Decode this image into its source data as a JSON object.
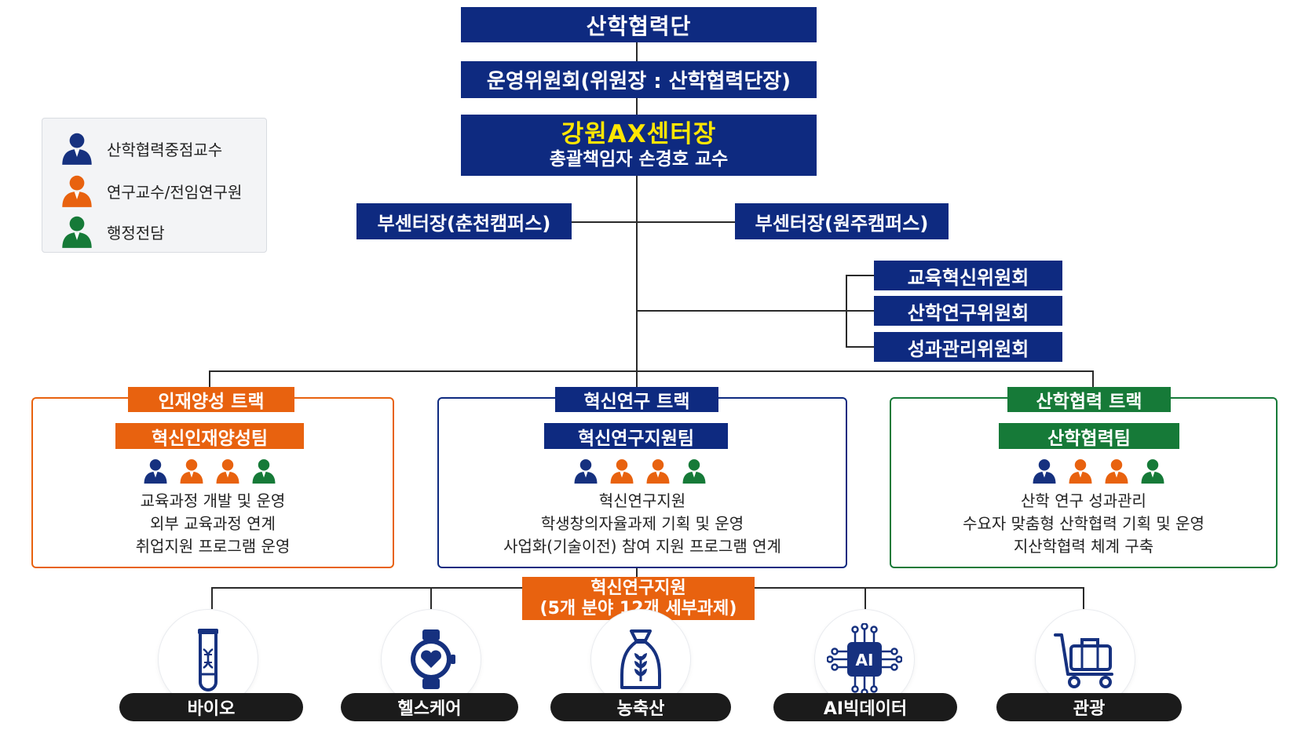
{
  "colors": {
    "navy": "#0e2a80",
    "orange": "#e8620f",
    "green": "#167a38",
    "yellow": "#ffe600",
    "person_navy": "#16317f",
    "person_orange": "#e8620f",
    "person_green": "#167a38"
  },
  "top": {
    "org": "산학협력단",
    "committee": "운영위원회(위원장 : 산학협력단장)",
    "director_title": "강원AX센터장",
    "director_name": "총괄책임자 손경호 교수"
  },
  "vice": {
    "left": "부센터장(춘천캠퍼스)",
    "right": "부센터장(원주캠퍼스)"
  },
  "committees": [
    "교육혁신위원회",
    "산학연구위원회",
    "성과관리위원회"
  ],
  "legend": {
    "items": [
      {
        "label": "산학협력중점교수",
        "icon": "person-navy-icon"
      },
      {
        "label": "연구교수/전임연구원",
        "icon": "person-orange-icon"
      },
      {
        "label": "행정전담",
        "icon": "person-green-icon"
      }
    ]
  },
  "tracks": [
    {
      "label": "인재양성 트랙",
      "team": "혁신인재양성팀",
      "color": "orange",
      "people": [
        "navy",
        "orange",
        "orange",
        "green"
      ],
      "tasks": [
        "교육과정 개발 및 운영",
        "외부 교육과정 연계",
        "취업지원 프로그램 운영"
      ]
    },
    {
      "label": "혁신연구 트랙",
      "team": "혁신연구지원팀",
      "color": "navy",
      "people": [
        "navy",
        "orange",
        "orange",
        "green"
      ],
      "tasks": [
        "혁신연구지원",
        "학생창의자율과제 기획 및 운영",
        "사업화(기술이전) 참여 지원 프로그램 연계"
      ]
    },
    {
      "label": "산학협력 트랙",
      "team": "산학협력팀",
      "color": "green",
      "people": [
        "navy",
        "orange",
        "orange",
        "green"
      ],
      "tasks": [
        "산학 연구 성과관리",
        "수요자 맞춤형 산학협력 기획 및 운영",
        "지산학협력 체계 구축"
      ]
    }
  ],
  "support": {
    "line1": "혁신연구지원",
    "line2": "(5개 분야 12개 세부과제)"
  },
  "fields": [
    {
      "label": "바이오",
      "icon": "test-tube-dna-icon"
    },
    {
      "label": "헬스케어",
      "icon": "smartwatch-heart-icon"
    },
    {
      "label": "농축산",
      "icon": "grain-sack-icon"
    },
    {
      "label": "AI빅데이터",
      "icon": "ai-chip-icon"
    },
    {
      "label": "관광",
      "icon": "luggage-cart-icon"
    }
  ]
}
